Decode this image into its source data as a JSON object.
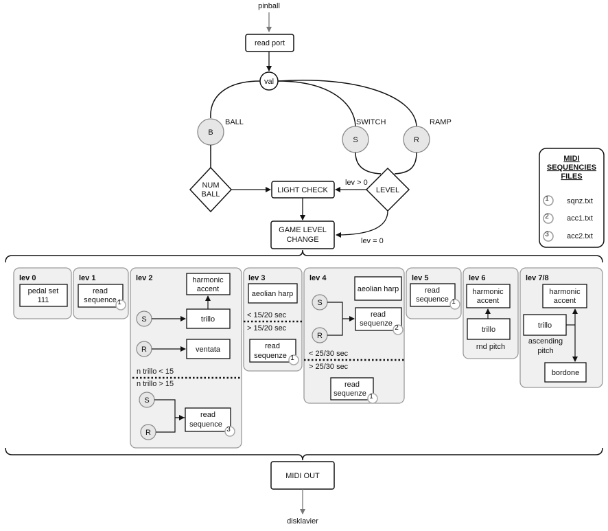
{
  "top": {
    "input_label": "pinball",
    "read_port": "read port",
    "val": "val",
    "ball_node": "B",
    "ball_label": "BALL",
    "switch_node": "S",
    "switch_label": "SWITCH",
    "ramp_node": "R",
    "ramp_label": "RAMP",
    "num_ball_line1": "NUM",
    "num_ball_line2": "BALL",
    "light_check": "LIGHT CHECK",
    "level": "LEVEL",
    "lev_gt0": "lev > 0",
    "game_level_line1": "GAME LEVEL",
    "game_level_line2": "CHANGE",
    "lev_eq0": "lev = 0"
  },
  "midi_files": {
    "title_line1": "MIDI",
    "title_line2": "SEQUENCIES",
    "title_line3": "FILES",
    "files": [
      {
        "num": "1",
        "name": "sqnz.txt"
      },
      {
        "num": "2",
        "name": "acc1.txt"
      },
      {
        "num": "3",
        "name": "acc2.txt"
      }
    ]
  },
  "levels": {
    "lev0": {
      "title": "lev 0",
      "box_line1": "pedal set",
      "box_line2": "111"
    },
    "lev1": {
      "title": "lev 1",
      "box_line1": "read",
      "box_line2": "sequence",
      "badge": "1"
    },
    "lev2": {
      "title": "lev 2",
      "harmonic_line1": "harmonic",
      "harmonic_line2": "accent",
      "s": "S",
      "trillo": "trillo",
      "r": "R",
      "ventata": "ventata",
      "cond_lt": "n trillo < 15",
      "cond_gt": "n trillo > 15",
      "s2": "S",
      "r2": "R",
      "read_line1": "read",
      "read_line2": "sequence",
      "badge": "3"
    },
    "lev3": {
      "title": "lev 3",
      "aeolian": "aeolian harp",
      "cond_lt": "< 15/20 sec",
      "cond_gt": "> 15/20 sec",
      "read_line1": "read",
      "read_line2": "sequenze",
      "badge": "1"
    },
    "lev4": {
      "title": "lev 4",
      "aeolian": "aeolian harp",
      "s": "S",
      "r": "R",
      "read_line1": "read",
      "read_line2": "sequenze",
      "badge": "2",
      "cond_lt": "< 25/30 sec",
      "cond_gt": "> 25/30 sec",
      "read2_line1": "read",
      "read2_line2": "sequenze",
      "badge2": "1"
    },
    "lev5": {
      "title": "lev 5",
      "box_line1": "read",
      "box_line2": "sequence",
      "badge": "1"
    },
    "lev6": {
      "title": "lev 6",
      "harmonic_line1": "harmonic",
      "harmonic_line2": "accent",
      "trillo": "trillo",
      "rnd": "rnd pitch"
    },
    "lev78": {
      "title": "lev 7/8",
      "harmonic_line1": "harmonic",
      "harmonic_line2": "accent",
      "trillo": "trillo",
      "asc_line1": "ascending",
      "asc_line2": "pitch",
      "bordone": "bordone"
    }
  },
  "bottom": {
    "midi_out": "MIDI OUT",
    "output_label": "disklavier"
  }
}
